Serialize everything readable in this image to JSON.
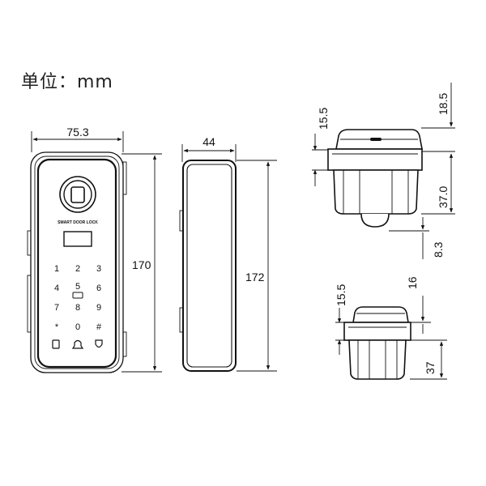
{
  "unit_label": "单位：mm",
  "front_view": {
    "width_dim": "75.3",
    "height_dim": "170",
    "brand_text": "SMART DOOR LOCK",
    "keys": [
      "1",
      "2",
      "3",
      "4",
      "5",
      "6",
      "7",
      "8",
      "9",
      "*",
      "0",
      "#"
    ]
  },
  "side_view": {
    "width_dim": "44",
    "height_dim": "172"
  },
  "top_detail": {
    "dims": [
      "15.5",
      "18.5",
      "37.0",
      "8.3"
    ]
  },
  "bottom_detail": {
    "dims": [
      "15.5",
      "16",
      "37"
    ]
  }
}
